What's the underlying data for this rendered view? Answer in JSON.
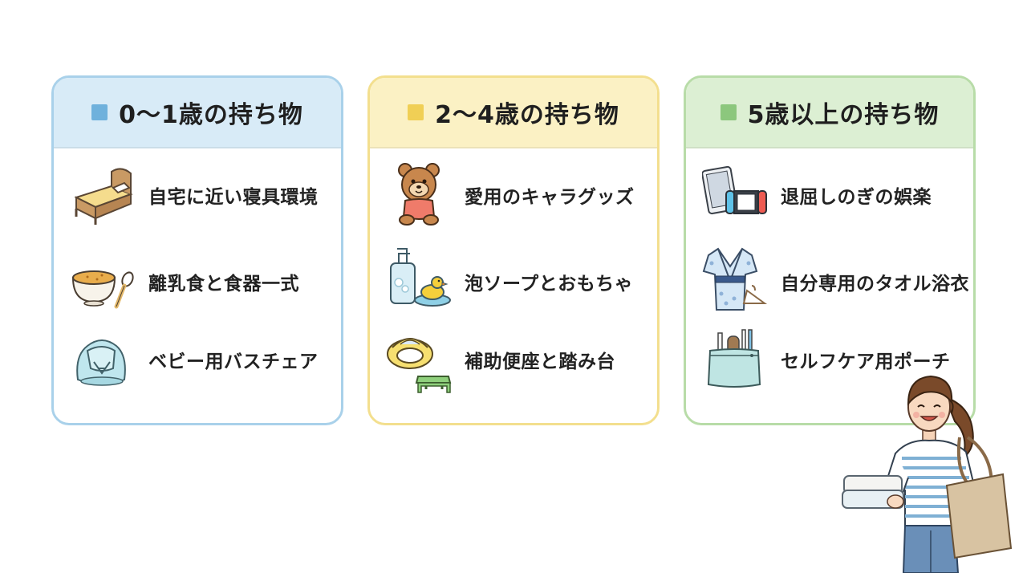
{
  "colors": {
    "card1_border": "#a9d1ea",
    "card1_head": "#d8ebf7",
    "card1_square": "#6fb1dc",
    "card2_border": "#f3df8e",
    "card2_head": "#fbf1c4",
    "card2_square": "#f0cf55",
    "card3_border": "#b8dca8",
    "card3_head": "#dcefd3",
    "card3_square": "#8cc77d"
  },
  "cards": [
    {
      "title": "0〜1歳の持ち物",
      "items": [
        {
          "label": "自宅に近い寝具環境",
          "icon": "bed-icon"
        },
        {
          "label": "離乳食と食器一式",
          "icon": "baby-food-bowl-icon"
        },
        {
          "label": "ベビー用バスチェア",
          "icon": "baby-bath-chair-icon"
        }
      ]
    },
    {
      "title": "2〜4歳の持ち物",
      "items": [
        {
          "label": "愛用のキャラグッズ",
          "icon": "teddy-bear-icon"
        },
        {
          "label": "泡ソープとおもちゃ",
          "icon": "soap-and-duck-icon"
        },
        {
          "label": "補助便座と踏み台",
          "icon": "potty-seat-stool-icon"
        }
      ]
    },
    {
      "title": "5歳以上の持ち物",
      "items": [
        {
          "label": "退屈しのぎの娯楽",
          "icon": "tablet-game-icon"
        },
        {
          "label": "自分専用のタオル浴衣",
          "icon": "yukata-icon"
        },
        {
          "label": "セルフケア用ポーチ",
          "icon": "care-pouch-icon"
        }
      ]
    }
  ]
}
